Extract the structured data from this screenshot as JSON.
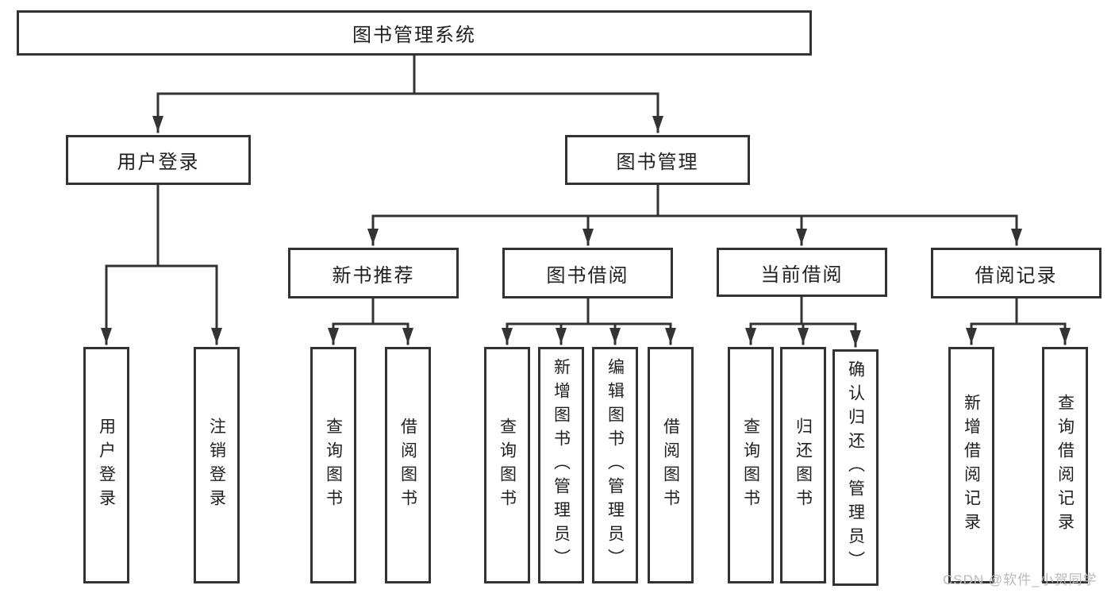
{
  "diagram": {
    "title": "图书管理系统",
    "user_login": {
      "label": "用户登录",
      "leaves": [
        "用户登录",
        "注销登录"
      ]
    },
    "book_mgmt": {
      "label": "图书管理",
      "groups": [
        {
          "label": "新书推荐",
          "leaves": [
            "查询图书",
            "借阅图书"
          ]
        },
        {
          "label": "图书借阅",
          "leaves": [
            "查询图书",
            "新增图书（管理员）",
            "编辑图书（管理员）",
            "借阅图书"
          ]
        },
        {
          "label": "当前借阅",
          "leaves": [
            "查询图书",
            "归还图书",
            "确认归还（管理员）"
          ]
        },
        {
          "label": "借阅记录",
          "leaves": [
            "新增借阅记录",
            "查询借阅记录"
          ]
        }
      ]
    }
  },
  "watermark": "CSDN @软件_小贺同学",
  "colors": {
    "line": "#333333",
    "text": "#1f1f1f",
    "watermark": "#b9b9b9",
    "background": "#ffffff"
  }
}
